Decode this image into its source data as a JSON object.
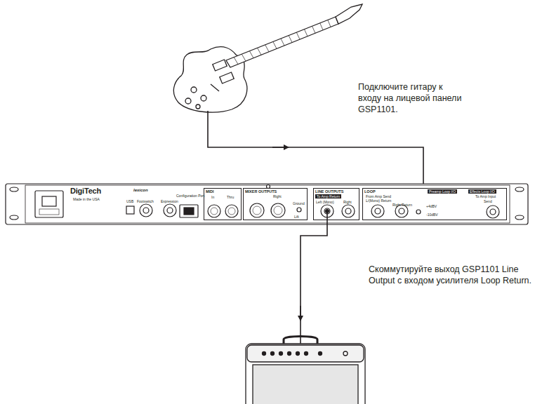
{
  "diagram": {
    "nodes": [
      {
        "text": [
          "MIDI",
          "In",
          "Thru"
        ]
      },
      {
        "text": [
          "MIXER OUTPUTS",
          "Right",
          "Ground",
          "Lift"
        ]
      },
      {
        "text": [
          "LINE OUTPUTS",
          "To Amp Return",
          "Left (Mono)",
          "Right"
        ]
      },
      {
        "text": [
          "LOOP",
          "Preamp Loop I/O",
          "Effects Loop I/O",
          "From Amp Send",
          "L/(Mono) Return",
          "Right Return",
          "+4dBV",
          "-10dBV",
          "To Amp Input",
          "Send"
        ]
      }
    ],
    "labels": [
      "Подключите гитару к входу на лицевой панели GSP1101.",
      "Скоммутируйте выход GSP1101 Line Output с входом усилителя Loop Return.",
      "DigiTech",
      "Made in the USA",
      "lexicon",
      "USB",
      "Footswitch",
      "Expression",
      "Configuration Port"
    ]
  }
}
